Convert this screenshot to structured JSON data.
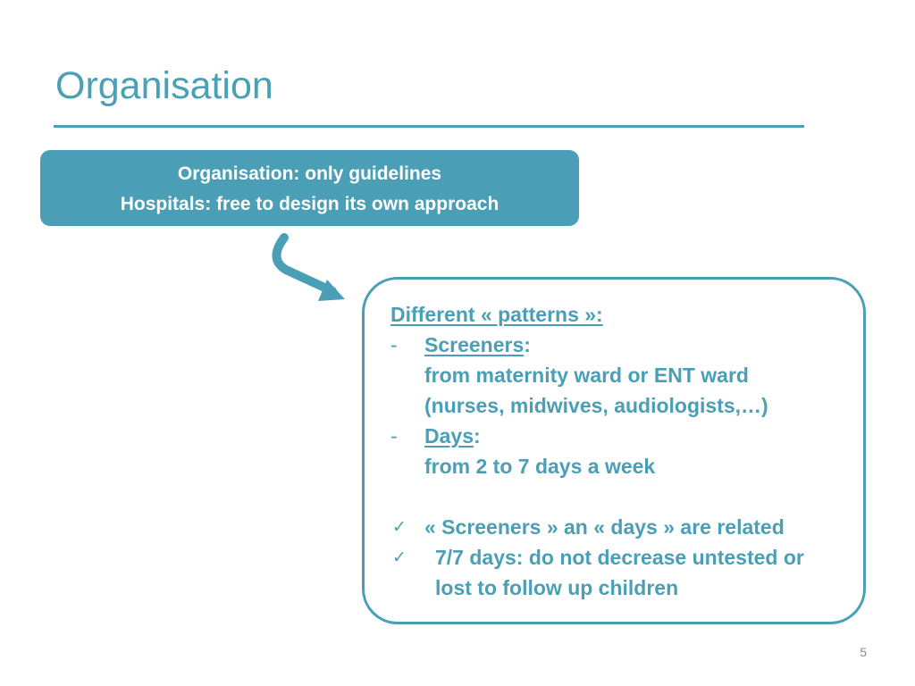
{
  "slide": {
    "title": "Organisation",
    "page_number": "5"
  },
  "top_box": {
    "line1": "Organisation:  only guidelines",
    "line2": "Hospitals: free to design its own approach"
  },
  "patterns": {
    "heading": "Different « patterns »:",
    "bullets": [
      {
        "marker": "-",
        "label": "Screeners",
        "colon": ":",
        "detail_lines": [
          "from maternity ward or ENT ward",
          "(nurses, midwives, audiologists,…)"
        ]
      },
      {
        "marker": "-",
        "label": "Days",
        "colon": ":",
        "detail_lines": [
          "from 2 to 7 days a week"
        ]
      }
    ],
    "checks": [
      {
        "icon": "check-icon",
        "lines": [
          "« Screeners » an « days » are related"
        ]
      },
      {
        "icon": "check-icon",
        "lines": [
          "7/7 days: do not decrease untested or",
          "lost to follow up children"
        ]
      }
    ],
    "check_glyph": "✓"
  },
  "colors": {
    "accent": "#4a9fb6",
    "title": "#4aa0b5",
    "page_number": "#8c8c8c"
  }
}
